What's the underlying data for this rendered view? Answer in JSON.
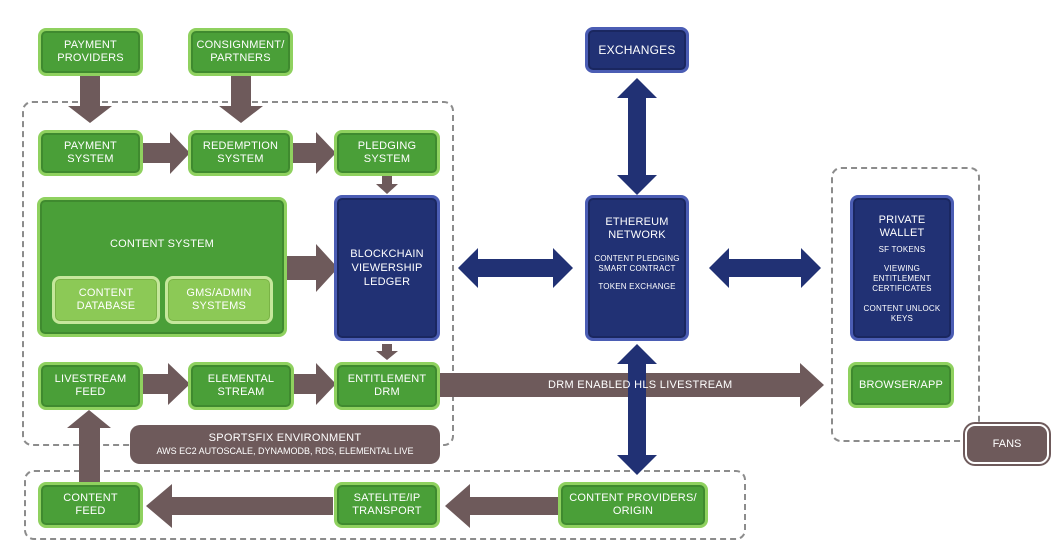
{
  "colors": {
    "green": "#4a9f38",
    "green_border": "#8fd15f",
    "light_green": "#8cc956",
    "navy": "#213174",
    "navy_border": "#4b5db4",
    "brown": "#6e5a5b",
    "dashed_region": "#8c8c8c"
  },
  "nodes": {
    "payment_providers": {
      "line1": "PAYMENT",
      "line2": "PROVIDERS"
    },
    "consignment_partners": {
      "line1": "CONSIGNMENT/",
      "line2": "PARTNERS"
    },
    "exchanges": {
      "line1": "EXCHANGES"
    },
    "payment_system": {
      "line1": "PAYMENT",
      "line2": "SYSTEM"
    },
    "redemption_system": {
      "line1": "REDEMPTION",
      "line2": "SYSTEM"
    },
    "pledging_system": {
      "line1": "PLEDGING",
      "line2": "SYSTEM"
    },
    "content_system": {
      "line1": "CONTENT SYSTEM"
    },
    "content_database": {
      "line1": "CONTENT",
      "line2": "DATABASE"
    },
    "gms_admin_systems": {
      "line1": "GMS/ADMIN",
      "line2": "SYSTEMS"
    },
    "blockchain_ledger": {
      "line1": "BLOCKCHAIN",
      "line2": "VIEWERSHIP",
      "line3": "LEDGER"
    },
    "ethereum_network": {
      "line1": "ETHEREUM",
      "line2": "NETWORK",
      "sub1": "CONTENT PLEDGING",
      "sub2": "SMART CONTRACT",
      "sub3": "TOKEN EXCHANGE"
    },
    "private_wallet": {
      "line1": "PRIVATE",
      "line2": "WALLET",
      "sub1": "SF TOKENS",
      "sub2": "VIEWING",
      "sub3": "ENTITLEMENT",
      "sub4": "CERTIFICATES",
      "sub5": "CONTENT UNLOCK",
      "sub6": "KEYS"
    },
    "livestream_feed": {
      "line1": "LIVESTREAM",
      "line2": "FEED"
    },
    "elemental_stream": {
      "line1": "ELEMENTAL",
      "line2": "STREAM"
    },
    "entitlement_drm": {
      "line1": "ENTITLEMENT",
      "line2": "DRM"
    },
    "browser_app": {
      "line1": "BROWSER/APP"
    },
    "fans": {
      "line1": "FANS"
    },
    "content_feed": {
      "line1": "CONTENT",
      "line2": "FEED"
    },
    "satellite_ip_transport": {
      "line1": "SATELITE/IP",
      "line2": "TRANSPORT"
    },
    "content_providers_origin": {
      "line1": "CONTENT PROVIDERS/",
      "line2": "ORIGIN"
    }
  },
  "environment_banner": {
    "title": "SPORTSFIX ENVIRONMENT",
    "subtitle": "AWS EC2 AUTOSCALE, DYNAMODB, RDS, ELEMENTAL LIVE"
  },
  "drm_stream_label": "DRM ENABLED HLS LIVESTREAM"
}
